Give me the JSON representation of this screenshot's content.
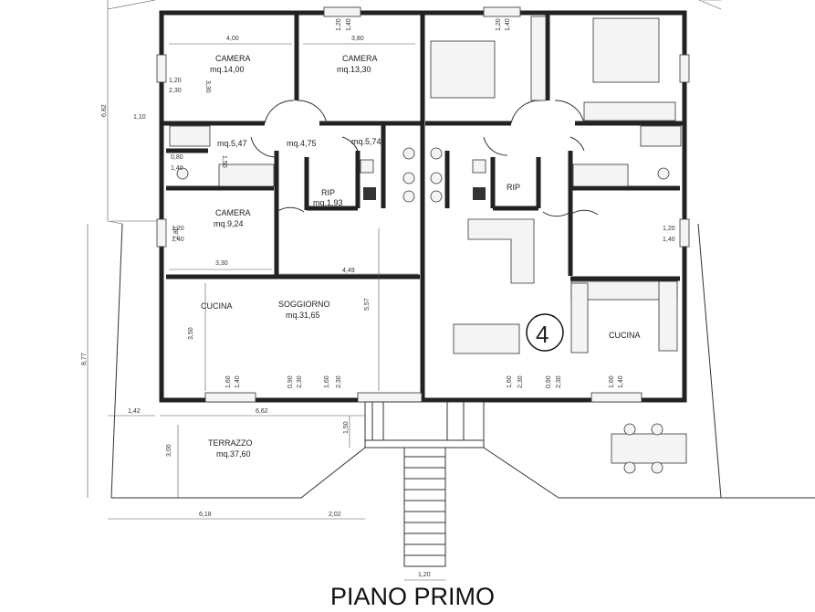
{
  "title": "PIANO PRIMO",
  "unit_number": "4",
  "rooms": {
    "camera1": {
      "name": "CAMERA",
      "area": "mq.14,00"
    },
    "camera2": {
      "name": "CAMERA",
      "area": "mq.13,30"
    },
    "camera3": {
      "name": "CAMERA",
      "area": "mq.9,24"
    },
    "bagno1": {
      "area": "mq.5,47"
    },
    "disimpegno": {
      "area": "mq.4,75"
    },
    "bagno2": {
      "area": "mq.5,74"
    },
    "rip1": {
      "name": "RIP",
      "area": "mq.1,93"
    },
    "rip2": {
      "name": "RIP"
    },
    "cucina1": {
      "name": "CUCINA"
    },
    "soggiorno": {
      "name": "SOGGIORNO",
      "area": "mq.31,65"
    },
    "cucina2": {
      "name": "CUCINA"
    },
    "terrazzo": {
      "name": "TERRAZZO",
      "area": "mq.37,60"
    }
  },
  "dimensions": {
    "d_400": "4,00",
    "d_380": "3,80",
    "d_330v": "3,30",
    "d_120a": "1,20",
    "d_230a": "2,30",
    "d_682": "6,82",
    "d_110": "1,10",
    "d_080": "0,80",
    "d_140a": "1,40",
    "d_150v": "1,50",
    "d_120b": "1,20",
    "d_140b": "1,40",
    "d_280": "2,80",
    "d_330": "3,30",
    "d_449": "4,49",
    "d_557": "5,57",
    "d_350": "3,50",
    "d_877": "8,77",
    "d_160a": "1,60",
    "d_140c": "1,40",
    "d_090a": "0,90",
    "d_230b": "2,30",
    "d_160b": "1,60",
    "d_230c": "2,30",
    "d_142": "1,42",
    "d_662": "6,62",
    "d_150b": "1,50",
    "d_300": "3,00",
    "d_618": "6,18",
    "d_202": "2,02",
    "d_120c": "1,20",
    "d_120top1": "1,20",
    "d_140top1": "1,40",
    "d_120top2": "1,20",
    "d_140top2": "1,40",
    "d_120r": "1,20",
    "d_140r": "1,40",
    "d_160r1": "1,60",
    "d_230r1": "2,30",
    "d_090r": "0,90",
    "d_230r2": "2,30",
    "d_160r2": "1,60",
    "d_140r2": "1,40"
  }
}
